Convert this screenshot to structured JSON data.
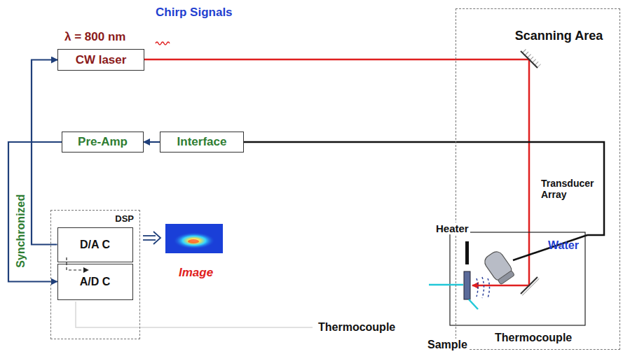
{
  "diagram": {
    "nodes": [
      {
        "text": [
          "CW laser"
        ]
      },
      {
        "text": [
          "Pre-Amp"
        ]
      },
      {
        "text": [
          "Interface"
        ]
      },
      {
        "text": [
          "DSP"
        ]
      },
      {
        "text": [
          "D/A C"
        ],
        "in": 3
      },
      {
        "text": [
          "A/D C"
        ],
        "in": 3
      },
      {
        "text": [
          "Scanning Area"
        ]
      }
    ],
    "edges": [
      {
        "from": 2,
        "to": 1,
        "arrow": "to"
      },
      {
        "from": 4,
        "to": 0,
        "arrow": "to"
      },
      {
        "from": 1,
        "to": 5,
        "arrow": "to"
      }
    ],
    "labels": [
      "Chirp Signals",
      "λ = 800 nm",
      "Synchronized",
      "Image",
      "Transducer Array",
      "Heater",
      "Water",
      "Thermocouple",
      "Sample",
      "Thermocouple"
    ]
  }
}
